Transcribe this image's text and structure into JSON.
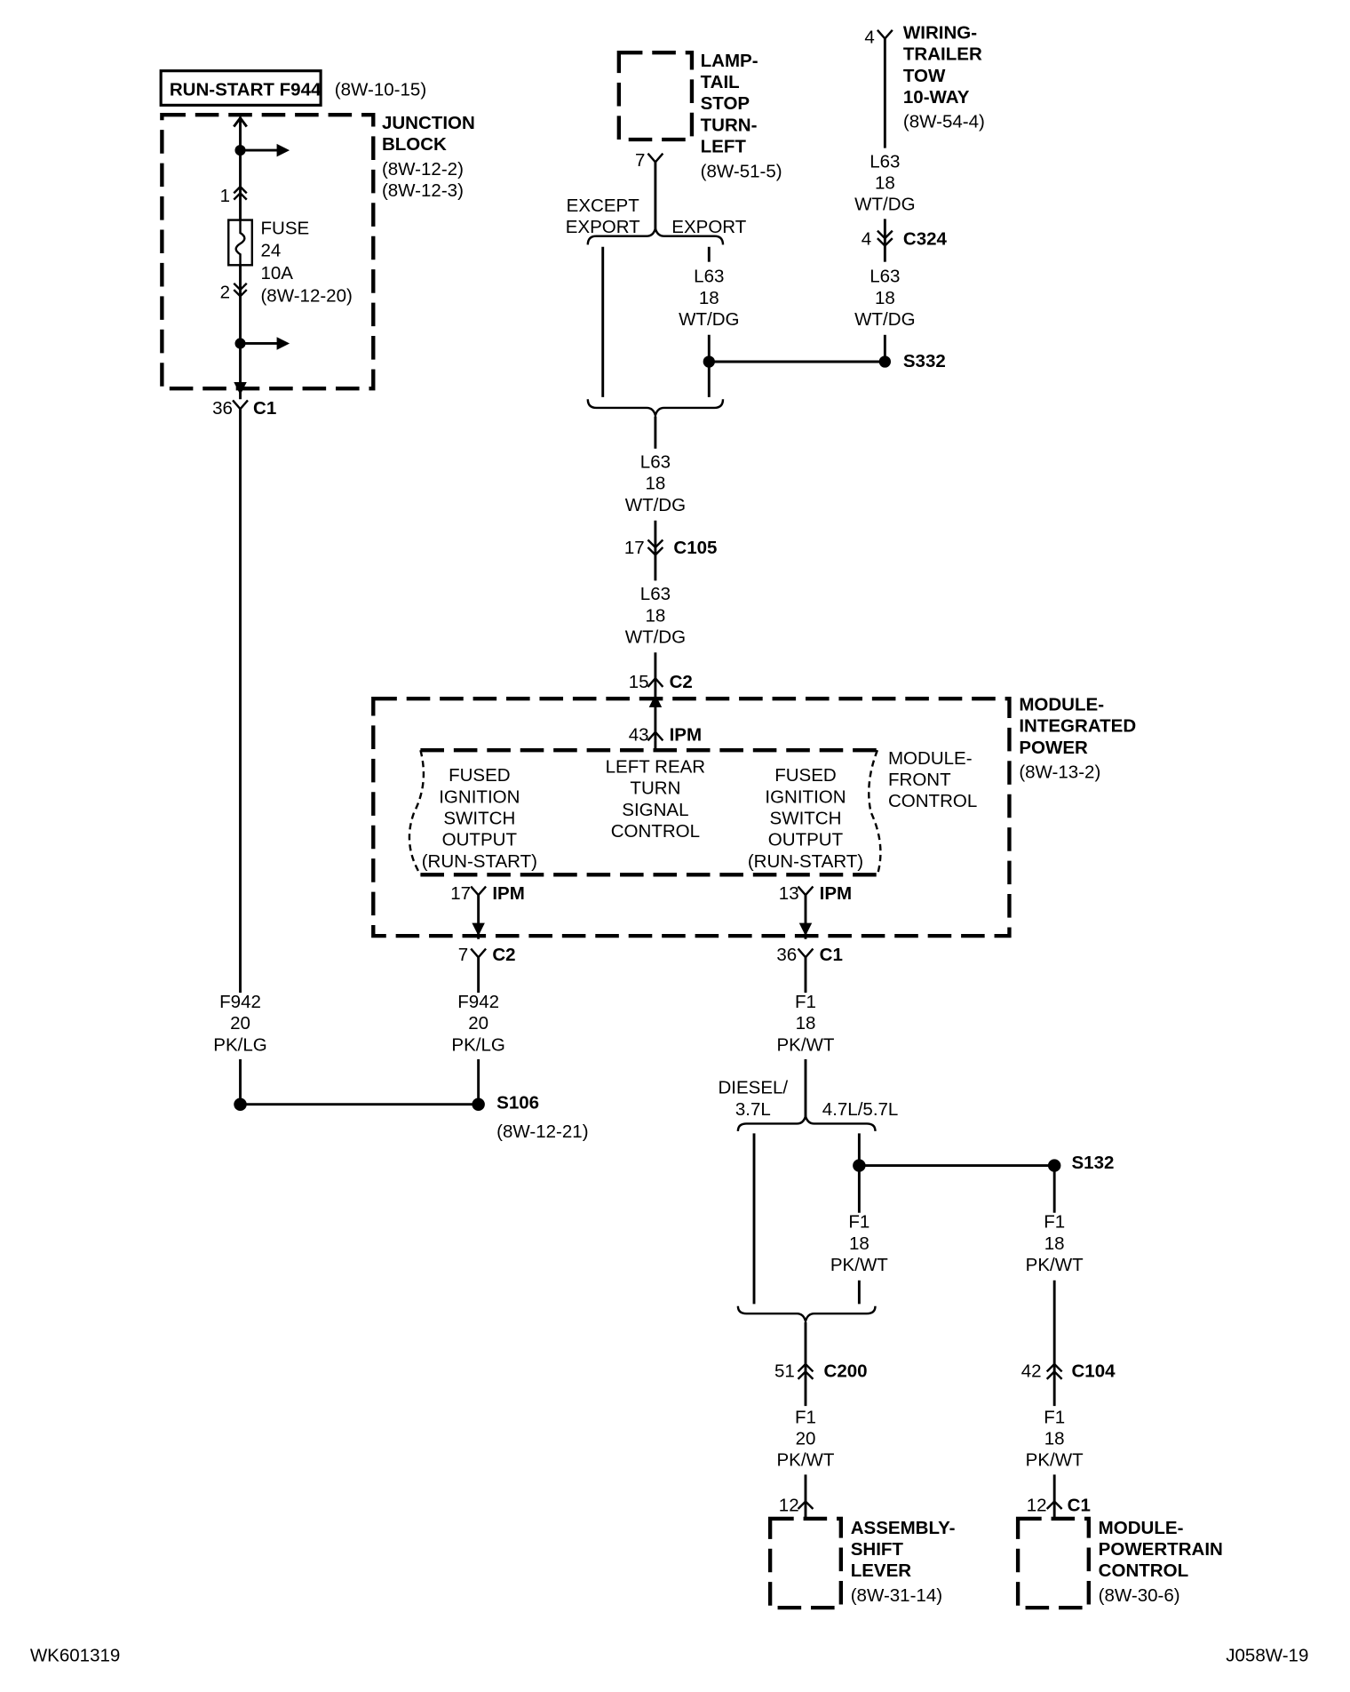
{
  "diagram": {
    "run_start_fuse_label": "RUN-START F944",
    "run_start_ref": "(8W-10-15)",
    "junction_block": {
      "name": [
        "JUNCTION",
        "BLOCK"
      ],
      "refs": [
        "(8W-12-2)",
        "(8W-12-3)"
      ]
    },
    "fuse": {
      "pin_top": "1",
      "pin_bottom": "2",
      "lines": [
        "FUSE",
        "24",
        "10A",
        "(8W-12-20)"
      ]
    },
    "jb_connector": {
      "pin": "36",
      "name": "C1"
    },
    "lamp": {
      "name": [
        "LAMP-",
        "TAIL",
        "STOP",
        "TURN-",
        "LEFT"
      ],
      "ref": "(8W-51-5)",
      "pin": "7"
    },
    "trailer_tow": {
      "pin": "4",
      "name": [
        "WIRING-",
        "TRAILER",
        "TOW",
        "10-WAY"
      ],
      "ref": "(8W-54-4)"
    },
    "split_except_export": [
      "EXCEPT",
      "EXPORT"
    ],
    "split_export": "EXPORT",
    "wire_l63_a": [
      "L63",
      "18",
      "WT/DG"
    ],
    "wire_l63_b": [
      "L63",
      "18",
      "WT/DG"
    ],
    "wire_l63_c": [
      "L63",
      "18",
      "WT/DG"
    ],
    "wire_l63_d": [
      "L63",
      "18",
      "WT/DG"
    ],
    "wire_l63_e": [
      "L63",
      "18",
      "WT/DG"
    ],
    "c324": {
      "pin": "4",
      "name": "C324"
    },
    "s332": "S332",
    "c105": {
      "pin": "17",
      "name": "C105"
    },
    "ipm_c2_in": {
      "pin": "15",
      "name": "C2"
    },
    "ipm_in": {
      "pin": "43",
      "name": "IPM"
    },
    "ipm": {
      "name": [
        "MODULE-",
        "INTEGRATED",
        "POWER"
      ],
      "ref": "(8W-13-2)"
    },
    "fcm": {
      "name": [
        "MODULE-",
        "FRONT",
        "CONTROL"
      ]
    },
    "fcm_left_text": [
      "FUSED",
      "IGNITION",
      "SWITCH",
      "OUTPUT",
      "(RUN-START)"
    ],
    "fcm_center_text": [
      "LEFT REAR",
      "TURN",
      "SIGNAL",
      "CONTROL"
    ],
    "fcm_right_text": [
      "FUSED",
      "IGNITION",
      "SWITCH",
      "OUTPUT",
      "(RUN-START)"
    ],
    "ipm_out_left": {
      "pin": "17",
      "name": "IPM"
    },
    "ipm_out_right": {
      "pin": "13",
      "name": "IPM"
    },
    "ipm_c2_out": {
      "pin": "7",
      "name": "C2"
    },
    "ipm_c1_out": {
      "pin": "36",
      "name": "C1"
    },
    "wire_f942_a": [
      "F942",
      "20",
      "PK/LG"
    ],
    "wire_f942_b": [
      "F942",
      "20",
      "PK/LG"
    ],
    "s106": {
      "name": "S106",
      "ref": "(8W-12-21)"
    },
    "wire_f1_a": [
      "F1",
      "18",
      "PK/WT"
    ],
    "split_diesel": [
      "DIESEL/",
      "3.7L"
    ],
    "split_gas": "4.7L/5.7L",
    "s132": "S132",
    "wire_f1_b": [
      "F1",
      "18",
      "PK/WT"
    ],
    "wire_f1_c": [
      "F1",
      "18",
      "PK/WT"
    ],
    "c200": {
      "pin": "51",
      "name": "C200"
    },
    "c104": {
      "pin": "42",
      "name": "C104"
    },
    "wire_f1_d": [
      "F1",
      "20",
      "PK/WT"
    ],
    "wire_f1_e": [
      "F1",
      "18",
      "PK/WT"
    ],
    "shift_lever": {
      "pin": "12",
      "name": [
        "ASSEMBLY-",
        "SHIFT",
        "LEVER"
      ],
      "ref": "(8W-31-14)"
    },
    "pcm": {
      "pin": "12",
      "conn": "C1",
      "name": [
        "MODULE-",
        "POWERTRAIN",
        "CONTROL"
      ],
      "ref": "(8W-30-6)"
    },
    "footer_left": "WK601319",
    "footer_right": "J058W-19"
  }
}
